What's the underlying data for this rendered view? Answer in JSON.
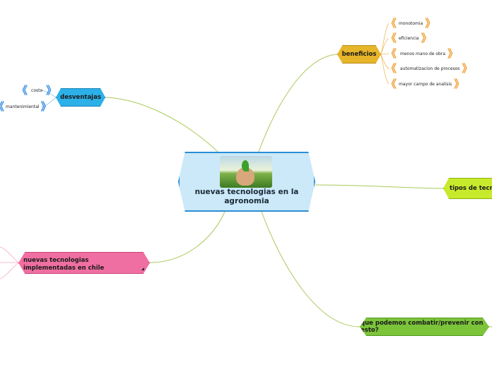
{
  "center": {
    "title": "nuevas tecnologias en la agronomia"
  },
  "branches": {
    "beneficios": {
      "label": "beneficios",
      "color": "#e6b52a",
      "items": [
        "monotomia",
        "eficiencia",
        "menos mano de obra",
        "automatizacion de procesos",
        "mayor campo de analisis"
      ]
    },
    "desventajas": {
      "label": "desventajas",
      "color": "#2cb0e8",
      "items": [
        "costo",
        "mantenimiental"
      ]
    },
    "tipos": {
      "label": "tipos de tecnolo",
      "color": "#c8ea2c"
    },
    "nuevas": {
      "label": "nuevas tecnologias implementadas en chile",
      "color": "#f06fa2"
    },
    "combatir": {
      "label": "que podemos combatir/prevenir con esto?",
      "color": "#7cc43a"
    }
  },
  "link_color": "#a8c95a"
}
